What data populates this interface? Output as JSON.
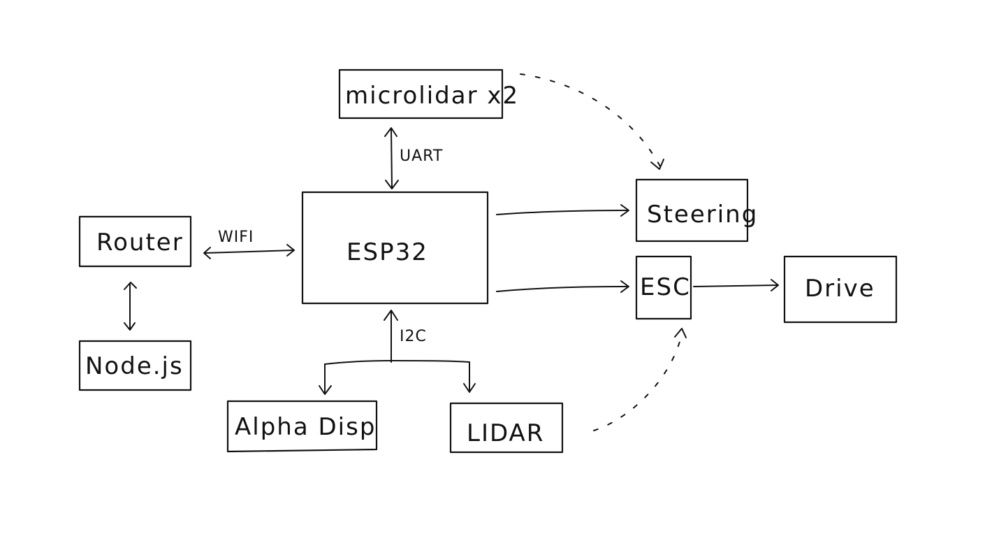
{
  "diagram": {
    "nodes": {
      "microlidar": "microlidar x2",
      "esp32": "ESP32",
      "router": "Router",
      "nodejs": "Node.js",
      "steering": "Steering",
      "esc": "ESC",
      "drive": "Drive",
      "alpha_disp": "Alpha Disp",
      "lidar": "LIDAR"
    },
    "edges": {
      "uart": "UART",
      "wifi": "WIFI",
      "i2c": "I2C"
    }
  }
}
